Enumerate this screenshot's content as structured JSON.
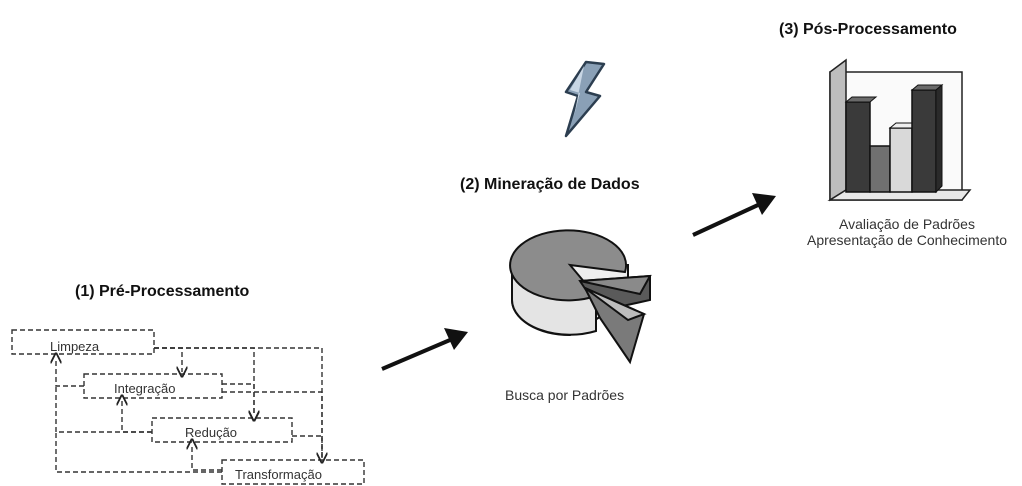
{
  "stage1": {
    "title": "(1) Pré-Processamento",
    "steps": [
      "Limpeza",
      "Integração",
      "Redução",
      "Transformação"
    ]
  },
  "stage2": {
    "title": "(2) Mineração de Dados",
    "caption": "Busca por Padrões",
    "icons": [
      "lightning-icon",
      "pie-chart-icon"
    ]
  },
  "stage3": {
    "title": "(3) Pós-Processamento",
    "caption_lines": [
      "Avaliação de Padrões",
      "Apresentação de Conhecimento"
    ],
    "icon": "bar-chart-3d-icon"
  },
  "colors": {
    "arrow": "#111111",
    "lightning_fill": "#7f93a8",
    "pie_top": "#8c8c8c",
    "pie_side": "#ececec",
    "bar_dark": "#3a3a3a",
    "bar_mid": "#707070",
    "bar_light": "#d9d9d9"
  }
}
